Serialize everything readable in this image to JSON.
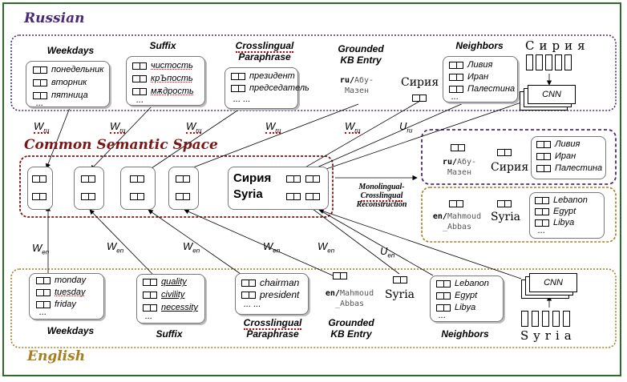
{
  "sections": {
    "russian": "Russian",
    "common": "Common Semantic Space",
    "english": "English"
  },
  "colors": {
    "russian": "#4b2a7b",
    "common": "#7a1616",
    "english": "#a87d1e",
    "frame": "#2e6b2a",
    "red_underline": "#cc0000"
  },
  "russian": {
    "weekdays": {
      "title": "Weekdays",
      "items": [
        "понедельник",
        "вторник",
        "пятница"
      ],
      "more": "..."
    },
    "suffix": {
      "title": "Suffix",
      "items": [
        "чистость",
        "крЪпость",
        "мѫдрость"
      ],
      "more": "..."
    },
    "paraphrase": {
      "title_line1": "Crosslingual",
      "title_line2": "Paraphrase",
      "items": [
        "президент",
        "председатель"
      ],
      "more": "... ..."
    },
    "kb": {
      "title_line1": "Grounded",
      "title_line2": "KB Entry",
      "prefix": "ru/",
      "name_line1": "Абу-",
      "name_line2": "Мазен"
    },
    "word": "Сирия",
    "neighbors": {
      "title": "Neighbors",
      "items": [
        "Ливия",
        "Иран",
        "Палестина"
      ],
      "more": "..."
    },
    "char_word": "Сирия",
    "cnn": "CNN"
  },
  "english": {
    "weekdays": {
      "title": "Weekdays",
      "items": [
        "monday",
        "tuesday",
        "friday"
      ],
      "more": "..."
    },
    "suffix": {
      "title": "Suffix",
      "items": [
        "quality",
        "civility",
        "necessity"
      ],
      "more": "..."
    },
    "paraphrase": {
      "title_line1": "Crosslingual",
      "title_line2": "Paraphrase",
      "items": [
        "chairman",
        "president"
      ],
      "more": "... ..."
    },
    "kb": {
      "title_line1": "Grounded",
      "title_line2": "KB Entry",
      "prefix": "en/",
      "name_line1": "Mahmoud",
      "name_line2": "_Abbas"
    },
    "word": "Syria",
    "neighbors": {
      "title": "Neighbors",
      "items": [
        "Lebanon",
        "Egypt",
        "Libya"
      ],
      "more": "..."
    },
    "char_word": "Syria",
    "cnn": "CNN"
  },
  "common": {
    "word_ru": "Сирия",
    "word_en": "Syria",
    "reconstruction_line1": "Monolingual-",
    "reconstruction_line2": "Crosslingual",
    "reconstruction_line3": "Reconstruction"
  },
  "recon_ru": {
    "kb_prefix": "ru/",
    "kb_line1": "Абу-",
    "kb_line2": "Мазен",
    "word": "Сирия",
    "neighbors": [
      "Ливия",
      "Иран",
      "Палестина"
    ]
  },
  "recon_en": {
    "kb_prefix": "en/",
    "kb_line1": "Mahmoud",
    "kb_line2": "_Abbas",
    "word": "Syria",
    "neighbors": [
      "Lebanon",
      "Egypt",
      "Libya"
    ],
    "more": "..."
  },
  "weights": {
    "w": "W",
    "u": "U",
    "ru": "ru",
    "en": "en"
  }
}
